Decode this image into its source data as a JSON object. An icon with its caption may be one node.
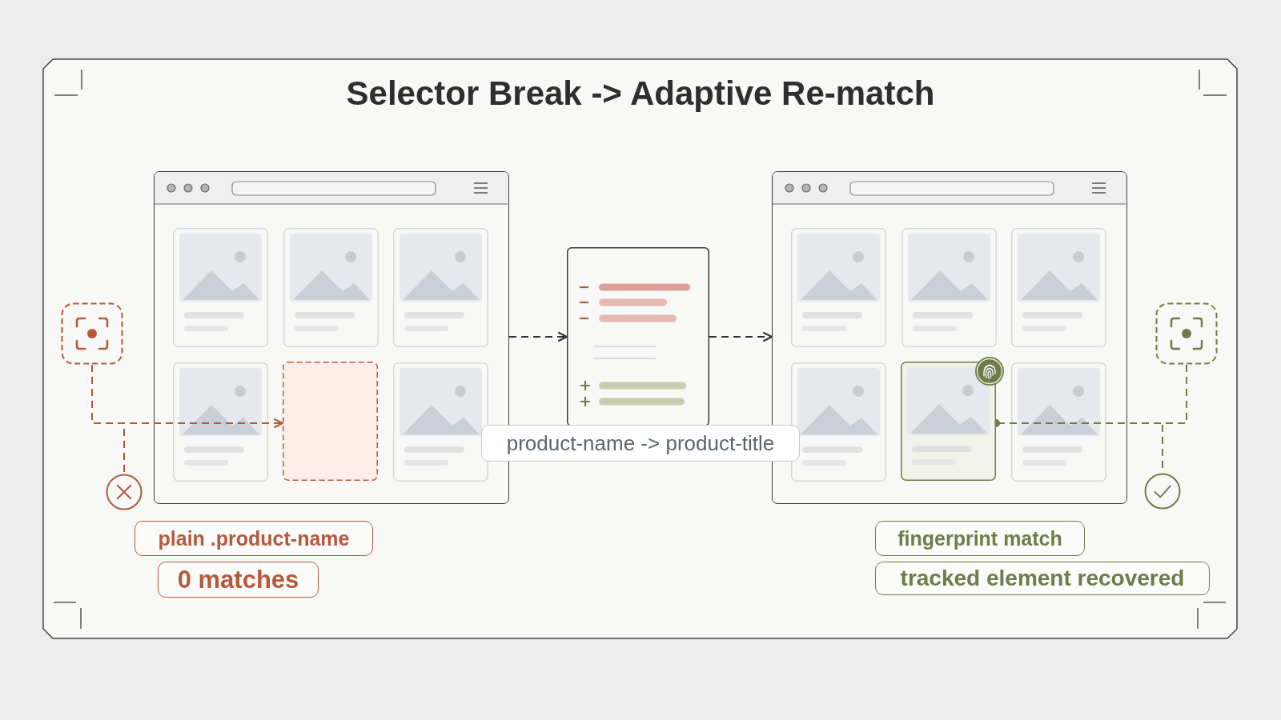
{
  "diagram": {
    "title": "Selector Break -> Adaptive Re-match",
    "nodes": [
      {
        "text": [],
        "shape": "picture"
      },
      {
        "text": [],
        "shape": "picture"
      },
      {
        "text": [],
        "shape": "box",
        "in": 1
      },
      {
        "text": [],
        "shape": "circle"
      },
      {
        "text": [
          "plain .product-name"
        ]
      },
      {
        "text": [
          "0 matches"
        ]
      },
      {
        "text": [],
        "shape": "picture"
      },
      {
        "text": [
          "product-name -> product-title"
        ]
      },
      {
        "text": [],
        "shape": "picture"
      },
      {
        "text": [],
        "shape": "box",
        "in": 8
      },
      {
        "text": [],
        "shape": "picture"
      },
      {
        "text": [],
        "shape": "circle"
      },
      {
        "text": [
          "fingerprint match"
        ]
      },
      {
        "text": [
          "tracked element recovered"
        ]
      }
    ],
    "edges": [
      {
        "from": 1,
        "to": 6,
        "arrow": "to",
        "style": "dashed"
      },
      {
        "from": 6,
        "to": 8,
        "arrow": "to",
        "style": "dashed"
      },
      {
        "from": 0,
        "to": 2,
        "arrow": "to",
        "style": "dashed",
        "color": "#b5583b"
      },
      {
        "from": 0,
        "to": 3,
        "arrow": "none",
        "style": "dashed",
        "color": "#b5583b"
      },
      {
        "from": 10,
        "to": 9,
        "arrow": "other",
        "style": "dashed",
        "color": "#6e7d48"
      },
      {
        "from": 10,
        "to": 11,
        "arrow": "none",
        "style": "dashed",
        "color": "#6e7d48"
      }
    ]
  }
}
